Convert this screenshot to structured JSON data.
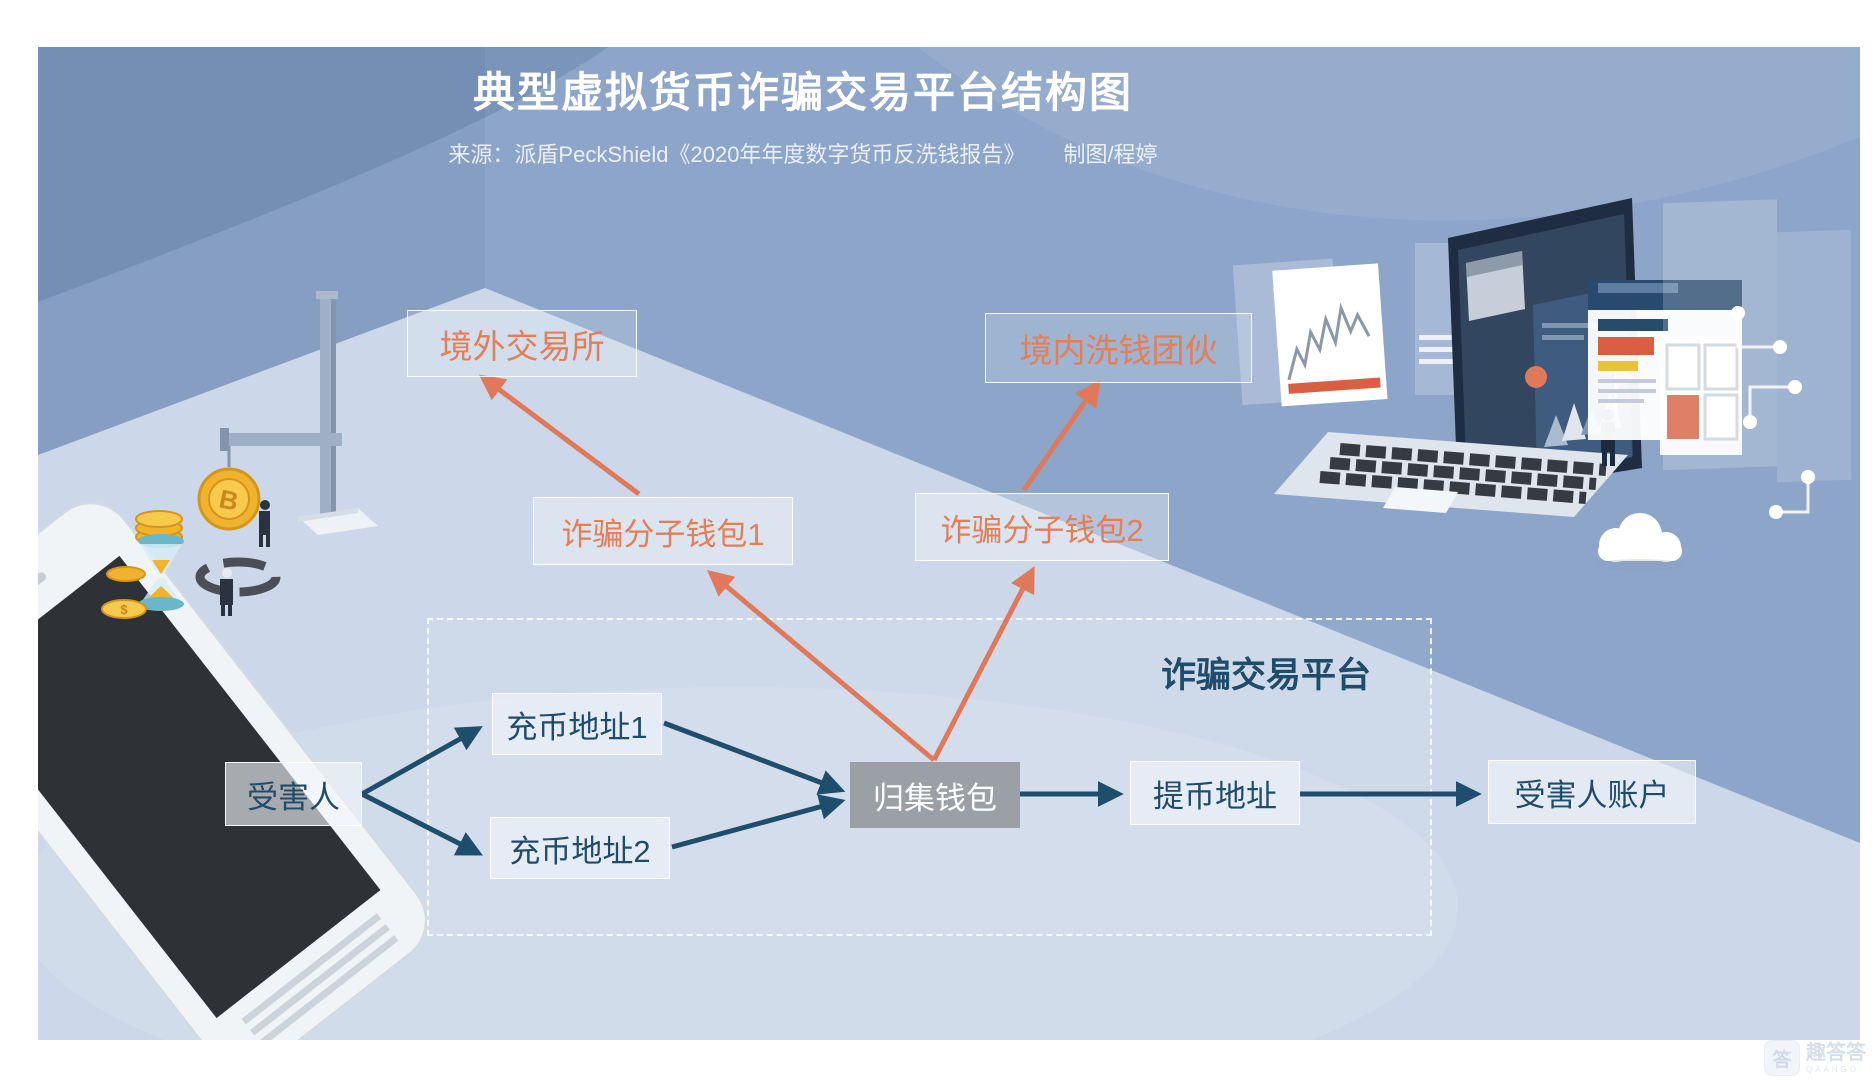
{
  "header": {
    "title": "典型虚拟货币诈骗交易平台结构图",
    "source": "来源：派盾PeckShield《2020年年度数字货币反洗钱报告》",
    "credit": "制图/程婷"
  },
  "diagram": {
    "platform_label": "诈骗交易平台",
    "nodes": {
      "overseas_exchange": {
        "label": "境外交易所"
      },
      "domestic_laundering": {
        "label": "境内洗钱团伙"
      },
      "scammer_wallet_1": {
        "label": "诈骗分子钱包1"
      },
      "scammer_wallet_2": {
        "label": "诈骗分子钱包2"
      },
      "victim": {
        "label": "受害人"
      },
      "deposit_address_1": {
        "label": "充币地址1"
      },
      "deposit_address_2": {
        "label": "充币地址2"
      },
      "collection_wallet": {
        "label": "归集钱包"
      },
      "withdrawal_address": {
        "label": "提币地址"
      },
      "victim_account": {
        "label": "受害人账户"
      }
    }
  },
  "colors": {
    "wall": "#8CA5C9",
    "floor": "#CCD8E9",
    "arrow_navy": "#1E4E6B",
    "arrow_orange": "#E07A57",
    "text_navy": "#1F4C68",
    "text_orange": "#E57D55",
    "collection_box": "#9BA0A7",
    "coin_gold": "#F1B32B"
  },
  "watermark": {
    "brand": "趣答答",
    "tagline": "QAANGO"
  }
}
